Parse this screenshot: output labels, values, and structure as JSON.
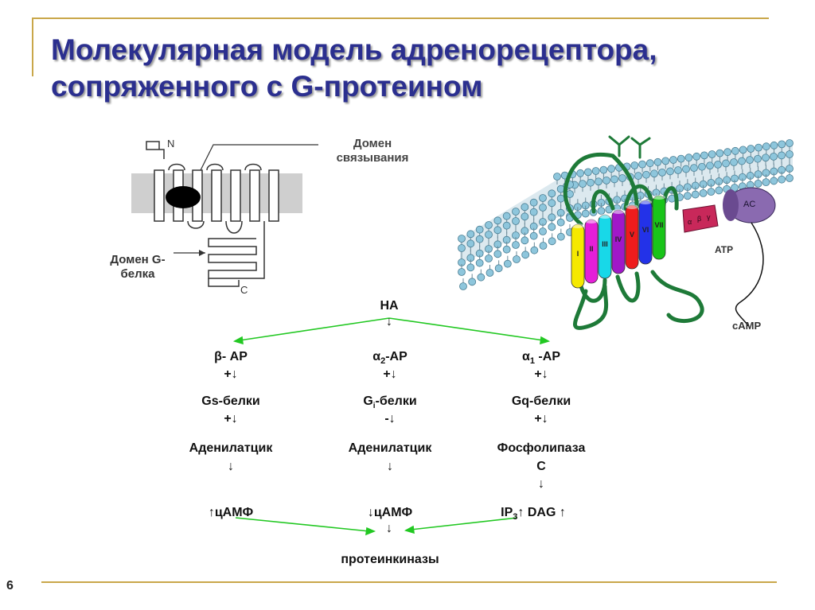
{
  "title": {
    "line1": "Молекулярная модель адренорецептора,",
    "line2": "сопряженного с G-протеином"
  },
  "page_number": "6",
  "receptor_schematic": {
    "n_terminal": "N",
    "c_terminal": "C",
    "binding_domain": {
      "line1": "Домен",
      "line2": "связывания"
    },
    "g_domain": {
      "line1": "Домен G-",
      "line2": "белка"
    }
  },
  "membrane_model": {
    "helices": [
      "I",
      "II",
      "III",
      "IV",
      "V",
      "VI",
      "VII"
    ],
    "helix_colors": [
      "#f5e900",
      "#e51fd8",
      "#18d8e8",
      "#a018c8",
      "#ee1c1c",
      "#2332e8",
      "#19c419"
    ],
    "effector": "AC",
    "substrate": "ATP",
    "product": "cAMP",
    "g_protein_labels": [
      "α",
      "β",
      "γ"
    ]
  },
  "pathway": {
    "root": "НА",
    "columns": [
      {
        "receptor": "β- АР",
        "sign1": "+↓",
        "protein": "Gs-белки",
        "sign2": "+↓",
        "enzyme": "Аденилатцик",
        "arrow": "↓",
        "messenger": "↑цАМФ"
      },
      {
        "receptor_symbol": "α",
        "receptor_sub": "2",
        "receptor_rest": "-АР",
        "sign1": "+↓",
        "protein_pre": "G",
        "protein_sub": "i",
        "protein_rest": "-белки",
        "sign2": "-↓",
        "enzyme": "Аденилатцик",
        "arrow": "↓",
        "messenger": "↓цАМФ"
      },
      {
        "receptor_symbol": "α",
        "receptor_sub": "1",
        "receptor_rest": " -АР",
        "sign1": "+↓",
        "protein": "Gq-белки",
        "sign2": "+↓",
        "enzyme_line1": "Фосфолипаза",
        "enzyme_line2": "С",
        "arrow": "↓",
        "messenger_pre": "IP",
        "messenger_sub": "3",
        "messenger_rest": "↑ DAG ↑"
      }
    ],
    "target_arrow": "↓",
    "target": "протеинкиназы",
    "arrow_color": "#22c822"
  }
}
